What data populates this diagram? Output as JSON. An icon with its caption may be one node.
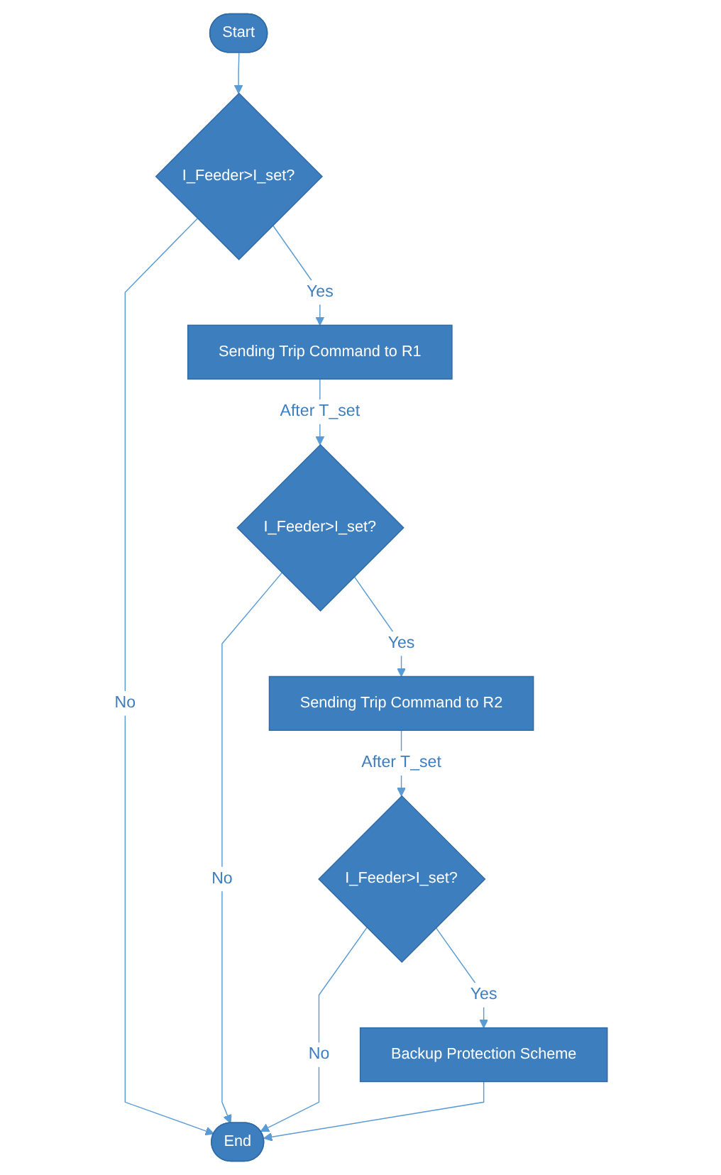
{
  "diagram": {
    "nodes": [
      {
        "text": [
          "Start"
        ]
      },
      {
        "text": [
          "I_Feeder>I_set?"
        ]
      },
      {
        "text": [
          "Sending Trip Command to R1"
        ]
      },
      {
        "text": [
          "I_Feeder>I_set?"
        ]
      },
      {
        "text": [
          "Sending Trip Command to R2"
        ]
      },
      {
        "text": [
          "I_Feeder>I_set?"
        ]
      },
      {
        "text": [
          "Backup Protection Scheme"
        ]
      },
      {
        "text": [
          "End"
        ]
      }
    ],
    "edges": [
      {
        "from": 0,
        "to": 1,
        "arrow": "to"
      },
      {
        "from": 1,
        "to": 7,
        "label": "No",
        "arrow": "to"
      },
      {
        "from": 1,
        "to": 2,
        "label": "Yes",
        "arrow": "to"
      },
      {
        "from": 2,
        "to": 3,
        "label": "After T_set",
        "arrow": "to"
      },
      {
        "from": 3,
        "to": 7,
        "label": "No",
        "arrow": "to"
      },
      {
        "from": 3,
        "to": 4,
        "label": "Yes",
        "arrow": "to"
      },
      {
        "from": 4,
        "to": 5,
        "label": "After T_set",
        "arrow": "to"
      },
      {
        "from": 5,
        "to": 7,
        "label": "No",
        "arrow": "to"
      },
      {
        "from": 5,
        "to": 6,
        "label": "Yes",
        "arrow": "to"
      },
      {
        "from": 6,
        "to": 7,
        "arrow": "to"
      }
    ]
  }
}
